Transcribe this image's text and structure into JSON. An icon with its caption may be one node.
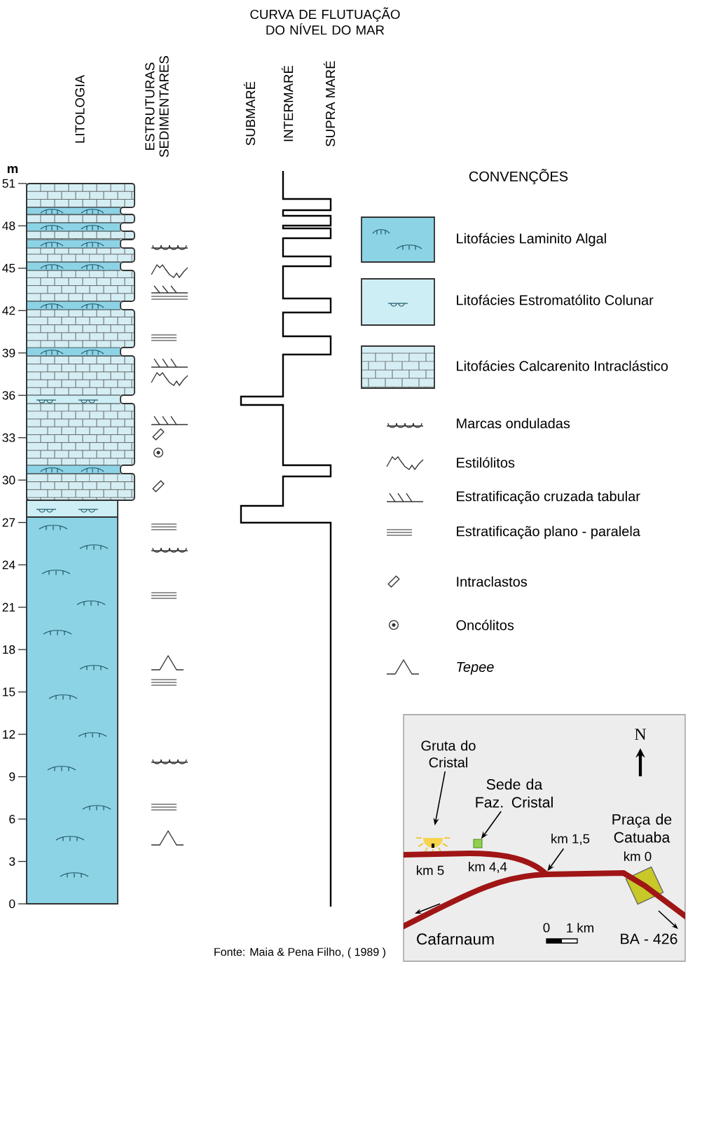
{
  "diagram": {
    "nodes": [
      {
        "text": [
          "Gruta do Cristal"
        ]
      },
      {
        "text": [],
        "shape": "sun"
      },
      {
        "text": [
          "Sede da Faz. Cristal"
        ]
      },
      {
        "text": [],
        "shape": "box"
      },
      {
        "text": [
          "km 1,5"
        ]
      },
      {
        "text": [],
        "shape": "road"
      }
    ],
    "edges": [
      {
        "from": 0,
        "to": 1,
        "arrow": "to"
      },
      {
        "from": 2,
        "to": 3,
        "arrow": "to"
      },
      {
        "from": 4,
        "to": 5,
        "arrow": "to"
      }
    ],
    "labels": [
      "CURVA DE FLUTUAÇÃO DO NÍVEL DO MAR",
      "LITOLOGIA",
      "ESTRUTURAS SEDIMENTARES",
      "SUBMARÉ",
      "INTERMARÉ",
      "SUPRA MARÉ",
      "m",
      "51",
      "48",
      "45",
      "42",
      "39",
      "36",
      "33",
      "30",
      "27",
      "24",
      "21",
      "18",
      "15",
      "12",
      "9",
      "6",
      "3",
      "0",
      "CONVENÇÕES",
      "N",
      "km 5",
      "km 4,4",
      "Praça de Catuaba",
      "km 0",
      "Cafarnaum",
      "0",
      "1 km",
      "BA - 426",
      "Fonte:  Maia & Pena Filho, ( 1989 )"
    ],
    "legend": [
      {
        "text": "Litofácies Laminito Algal",
        "color": "#8dd3e6"
      },
      {
        "text": "Litofácies Estromatólito Colunar",
        "color": "#cdeef4"
      },
      {
        "text": "Litofácies Calcarenito Intraclástico",
        "color": "#d5eef4"
      },
      {
        "text": "Marcas onduladas"
      },
      {
        "text": "Estilólitos"
      },
      {
        "text": "Estratificação cruzada tabular"
      },
      {
        "text": "Estratificação plano - paralela"
      },
      {
        "text": "Intraclastos"
      },
      {
        "text": "Oncólitos"
      },
      {
        "text": "Tepee"
      }
    ]
  }
}
